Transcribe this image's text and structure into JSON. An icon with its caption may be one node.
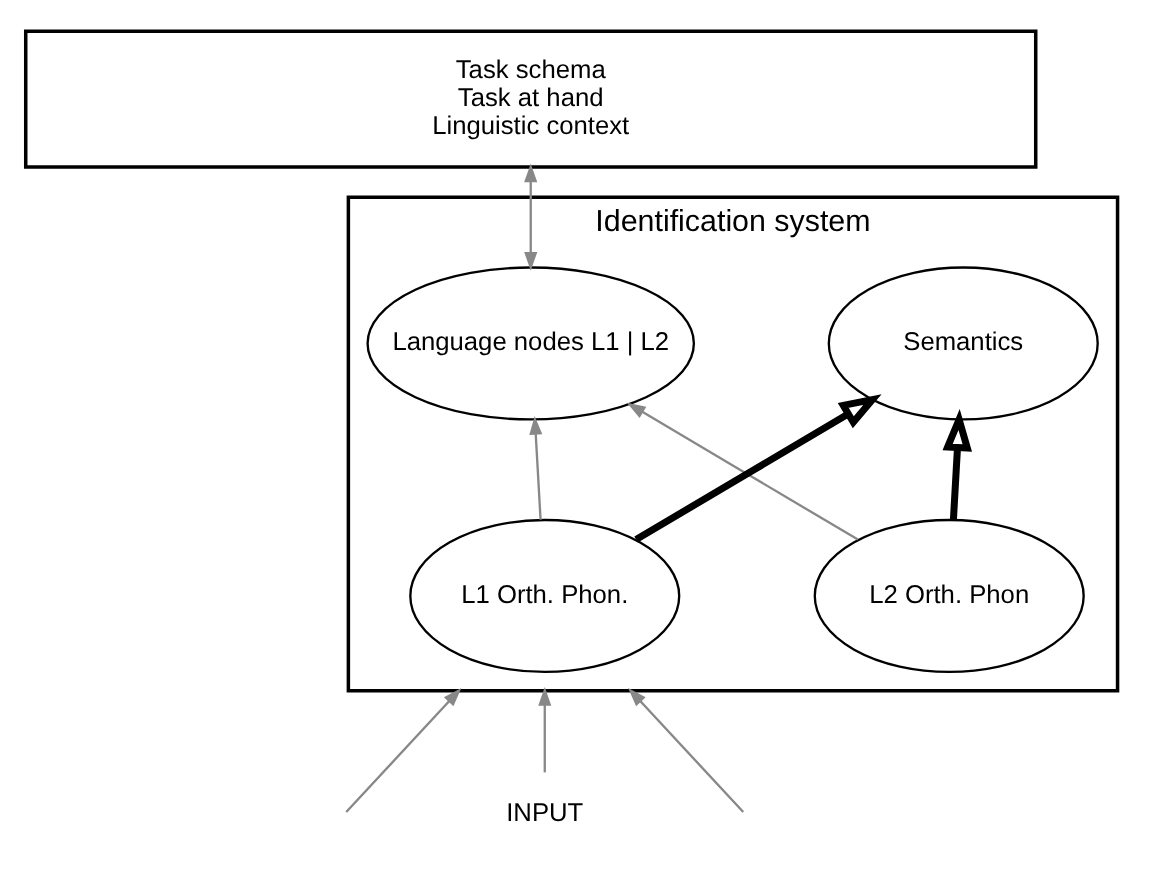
{
  "diagram": {
    "nodes": [
      {
        "text": [
          "Task schema",
          "Task at hand",
          "Linguistic context"
        ]
      },
      {
        "text": [
          "Identification system"
        ]
      },
      {
        "text": [
          "Language nodes L1 | L2"
        ],
        "in": 1
      },
      {
        "text": [
          "Semantics"
        ],
        "in": 1
      },
      {
        "text": [
          "L1 Orth. Phon."
        ],
        "in": 1
      },
      {
        "text": [
          "L2 Orth. Phon"
        ],
        "in": 1
      },
      {
        "text": [
          "INPUT"
        ]
      }
    ],
    "edges": [
      {
        "from": 0,
        "to": 2,
        "arrow": "both"
      },
      {
        "from": 4,
        "to": 2,
        "arrow": "to"
      },
      {
        "from": 5,
        "to": 2,
        "arrow": "to"
      },
      {
        "from": 4,
        "to": 3,
        "arrow": "to",
        "style": "thick",
        "color": "#000000"
      },
      {
        "from": 5,
        "to": 3,
        "arrow": "to",
        "style": "thick",
        "color": "#000000"
      },
      {
        "from": null,
        "to": 1,
        "arrow": "to"
      },
      {
        "from": 6,
        "to": 1,
        "arrow": "to"
      },
      {
        "from": null,
        "to": 1,
        "arrow": "to"
      }
    ]
  }
}
